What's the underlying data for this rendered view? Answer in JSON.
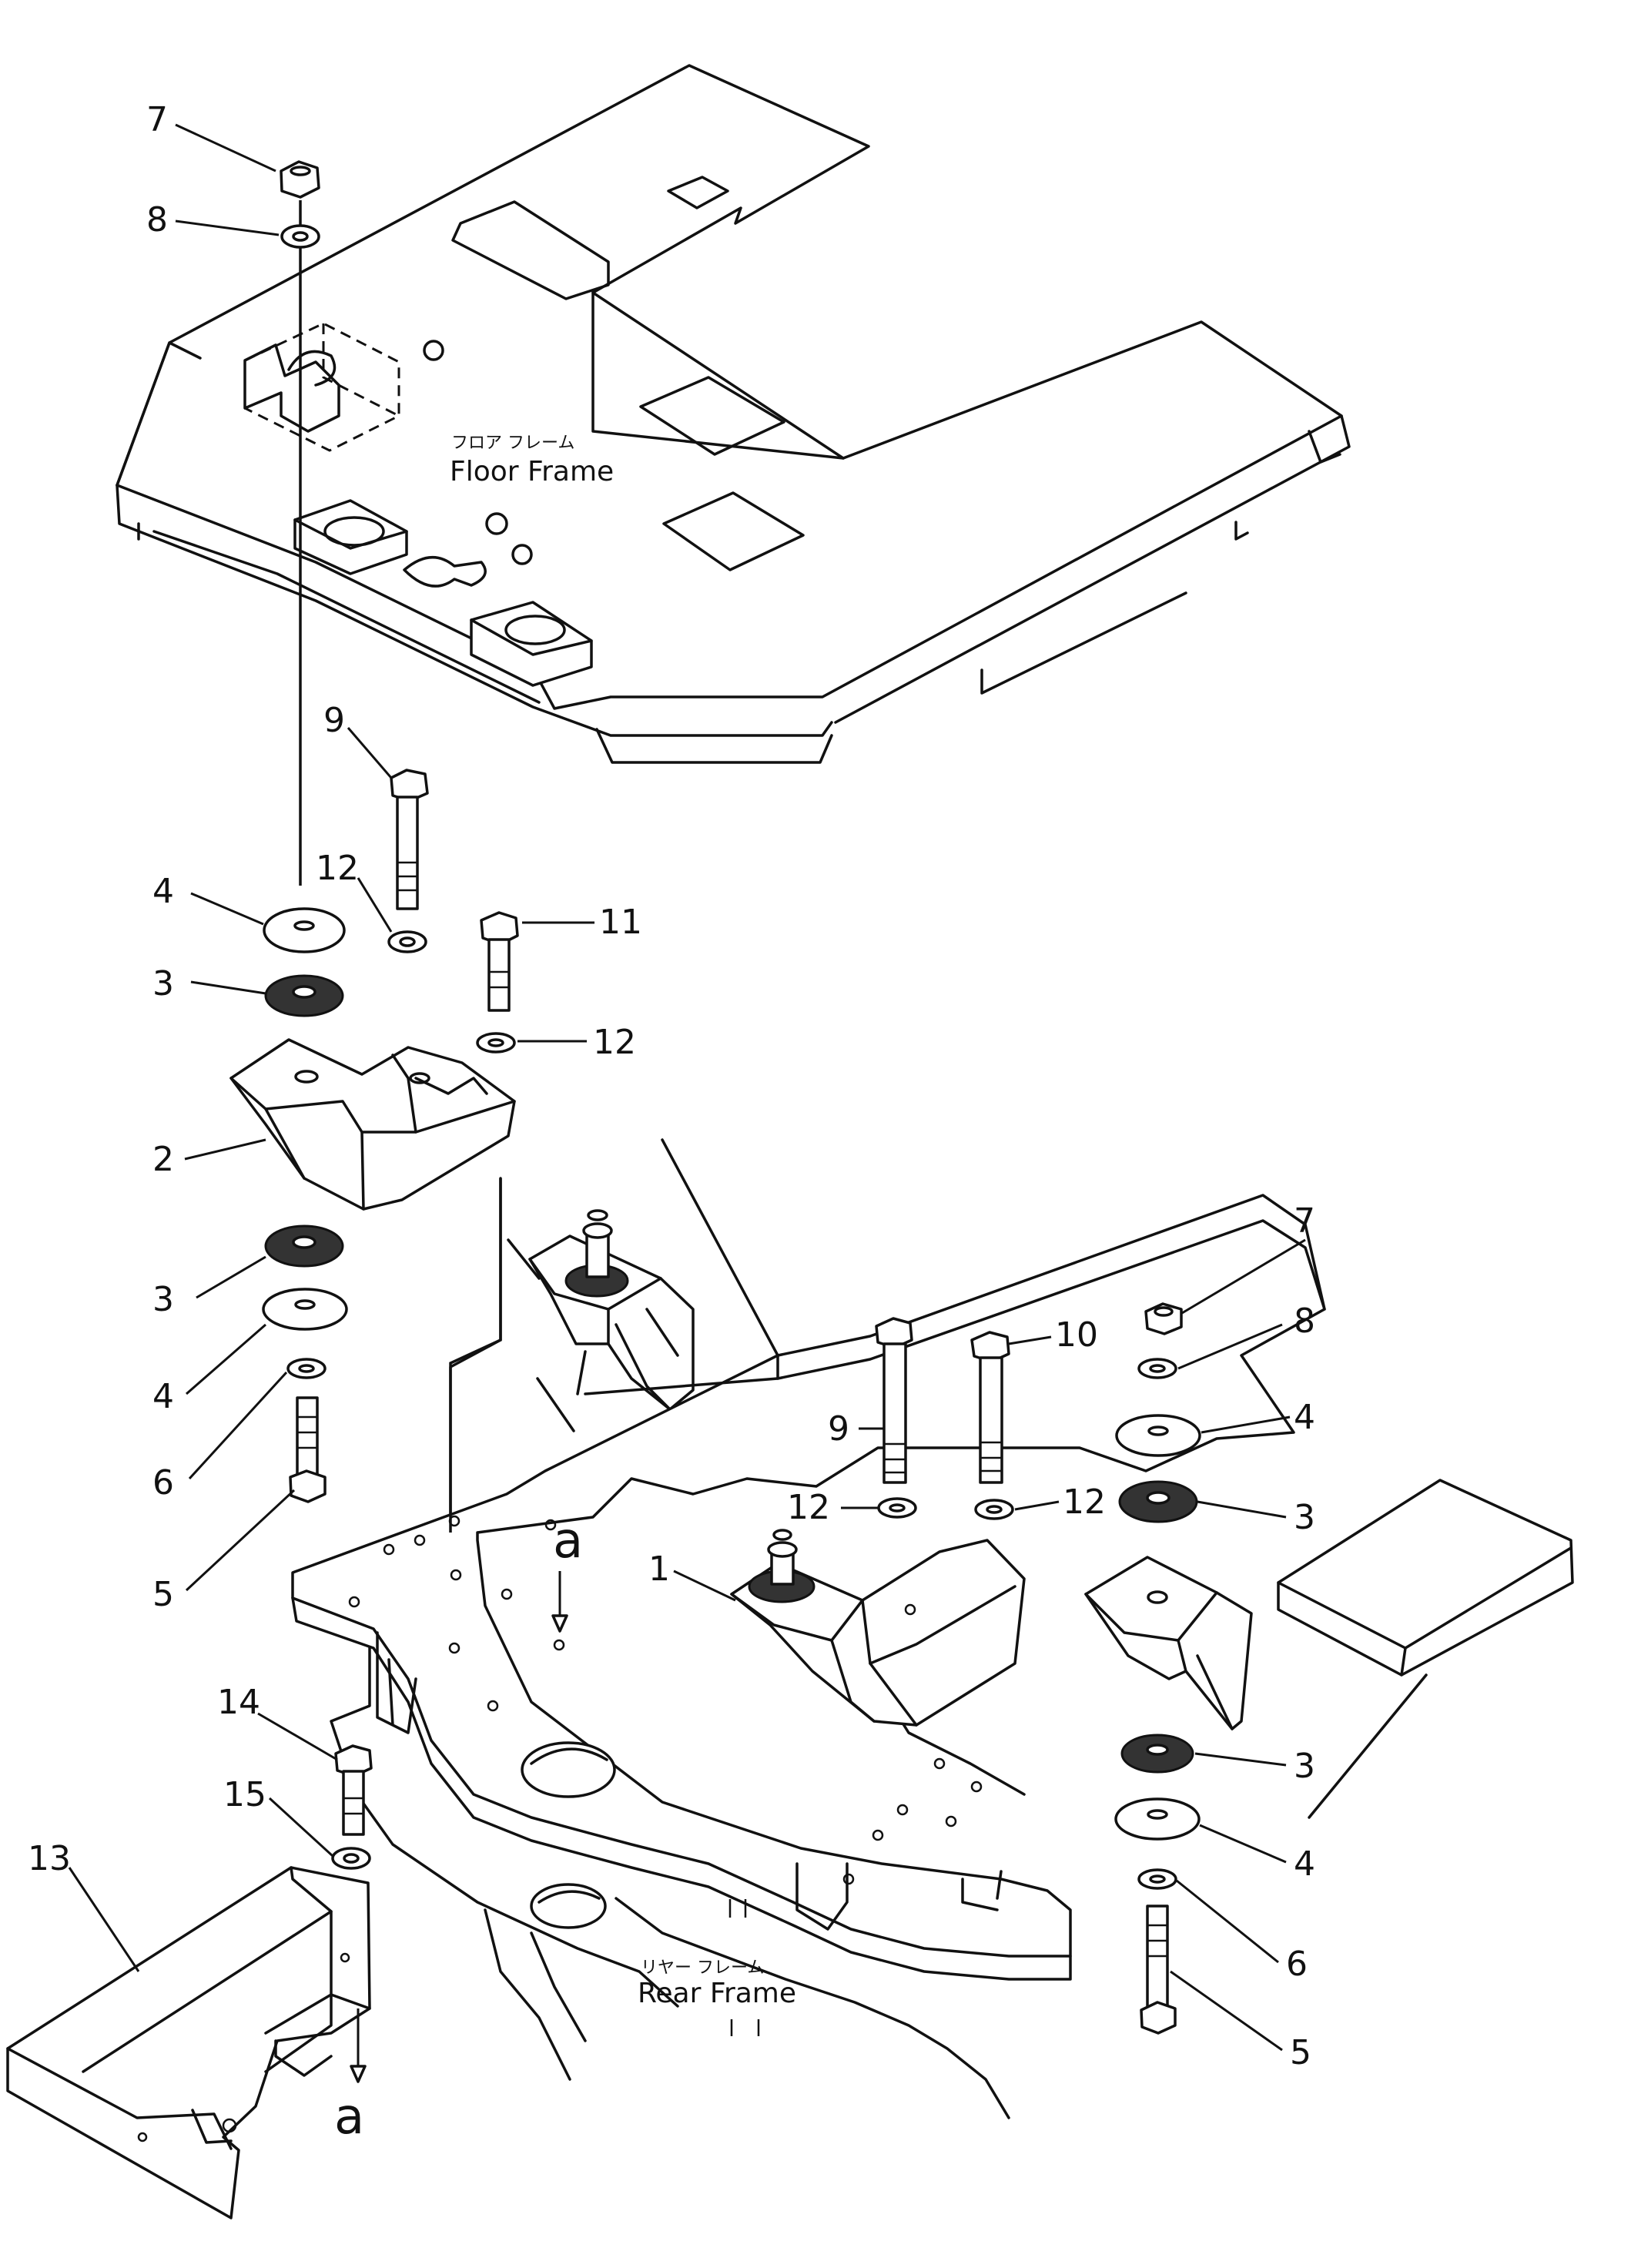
{
  "labels": {
    "floor_frame_jp": "フロア フレーム",
    "floor_frame_en": "Floor Frame",
    "rear_frame_jp": "リヤー フレーム",
    "rear_frame_en": "Rear Frame",
    "ref_a_top": "a",
    "ref_a_bottom": "a"
  },
  "callouts": {
    "c7_top": "7",
    "c8_top": "8",
    "c9_top": "9",
    "c12_top": "12",
    "c4_top": "4",
    "c11": "11",
    "c3_top": "3",
    "c12_mid": "12",
    "c2": "2",
    "c3_low": "3",
    "c4_low": "4",
    "c6_left": "6",
    "c5_left": "5",
    "c7_right": "7",
    "c8_right": "8",
    "c10": "10",
    "c9_right": "9",
    "c4_right": "4",
    "c12_rl": "12",
    "c12_rr": "12",
    "c3_right": "3",
    "c1": "1",
    "c14": "14",
    "c15": "15",
    "c13": "13",
    "c3_rb": "3",
    "c4_rb": "4",
    "c6_rb": "6",
    "c5_rb": "5"
  }
}
